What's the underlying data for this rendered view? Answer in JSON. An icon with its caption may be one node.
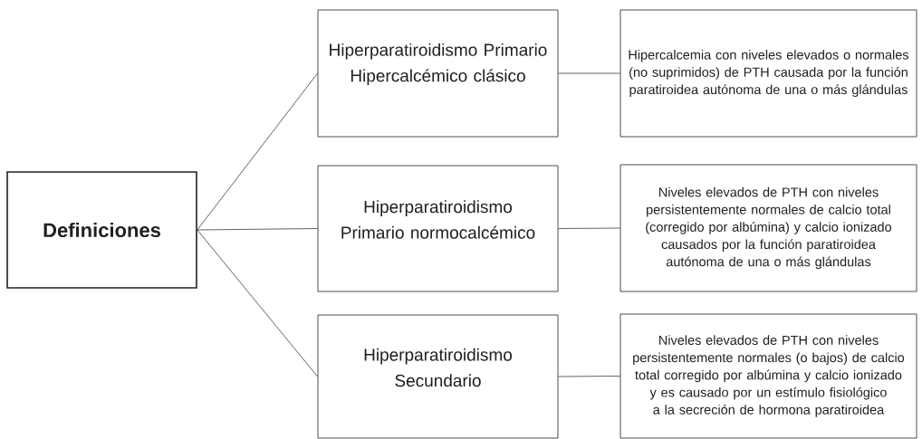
{
  "diagram": {
    "nodes": [
      {
        "text": [
          "Definiciones"
        ]
      },
      {
        "text": [
          "Hiperparatiroidismo Primario Hipercalcémico clásico"
        ]
      },
      {
        "text": [
          "Hiperparatiroidismo Primario normocalcémico"
        ]
      },
      {
        "text": [
          "Hiperparatiroidismo Secundario"
        ]
      },
      {
        "text": [
          "Hipercalcemia con niveles elevados o normales (no suprimidos) de PTH causada por la función paratiroidea autónoma de una o más glándulas"
        ]
      },
      {
        "text": [
          "Niveles elevados de PTH con niveles persistentemente normales de calcio total (corregido por albúmina) y calcio ionizado causados por la función paratiroidea autónoma de una o más glándulas"
        ]
      },
      {
        "text": [
          "Niveles elevados de PTH con niveles persistentemente normales (o bajos) de calcio total corregido por albúmina y calcio ionizado y es causado por un estímulo fisiológico a la secreción de hormona paratiroidea"
        ]
      }
    ],
    "edges": [
      {
        "from": 0,
        "to": 1,
        "arrow": "none"
      },
      {
        "from": 0,
        "to": 2,
        "arrow": "none"
      },
      {
        "from": 0,
        "to": 3,
        "arrow": "none"
      },
      {
        "from": 1,
        "to": 4,
        "arrow": "none"
      },
      {
        "from": 2,
        "to": 5,
        "arrow": "none"
      },
      {
        "from": 3,
        "to": 6,
        "arrow": "none"
      }
    ]
  }
}
